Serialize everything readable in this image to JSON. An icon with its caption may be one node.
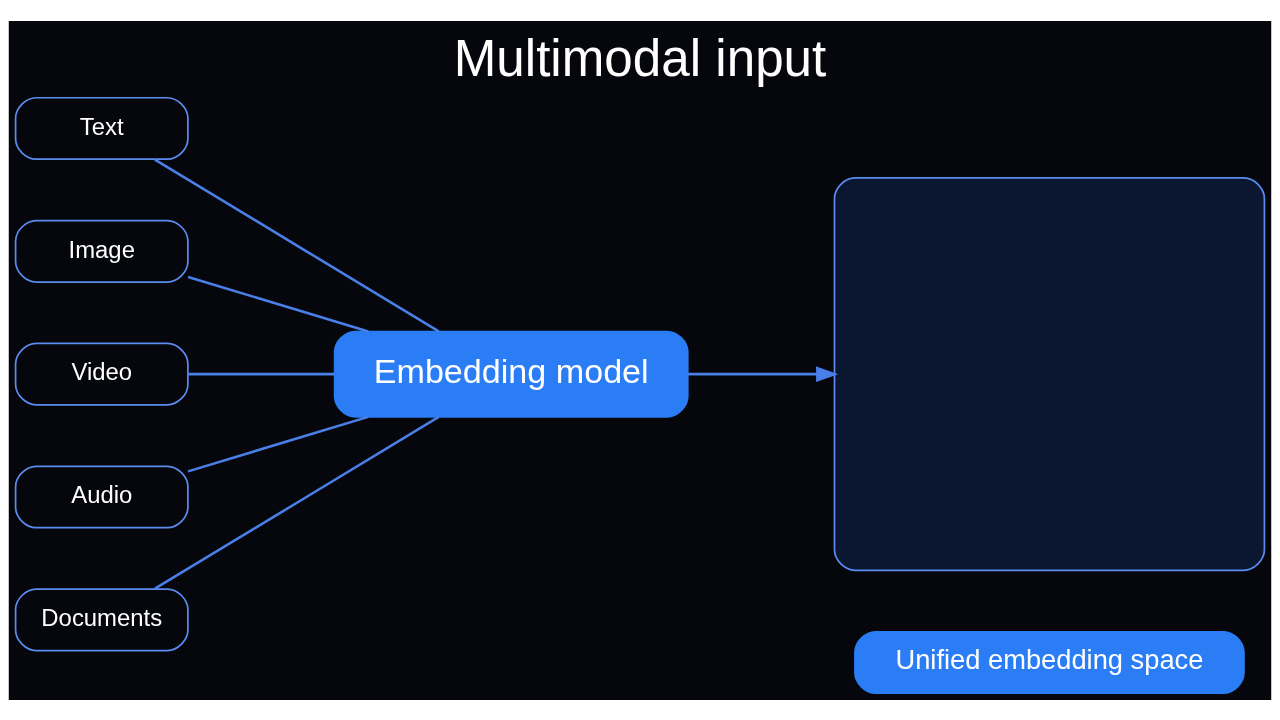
{
  "diagram": {
    "title": "Multimodal input",
    "nodes": [
      {
        "text": [
          "Text"
        ]
      },
      {
        "text": [
          "Image"
        ]
      },
      {
        "text": [
          "Video"
        ]
      },
      {
        "text": [
          "Audio"
        ]
      },
      {
        "text": [
          "Documents"
        ]
      },
      {
        "text": [
          "Embedding model"
        ]
      },
      {
        "text": [],
        "shape": "box"
      },
      {
        "text": [
          "Unified embedding space"
        ]
      }
    ],
    "edges": [
      {
        "from": 0,
        "to": 5,
        "arrow": "none"
      },
      {
        "from": 1,
        "to": 5,
        "arrow": "none"
      },
      {
        "from": 2,
        "to": 5,
        "arrow": "none"
      },
      {
        "from": 3,
        "to": 5,
        "arrow": "none"
      },
      {
        "from": 4,
        "to": 5,
        "arrow": "none"
      },
      {
        "from": 5,
        "to": 6,
        "arrow": "to"
      }
    ]
  }
}
